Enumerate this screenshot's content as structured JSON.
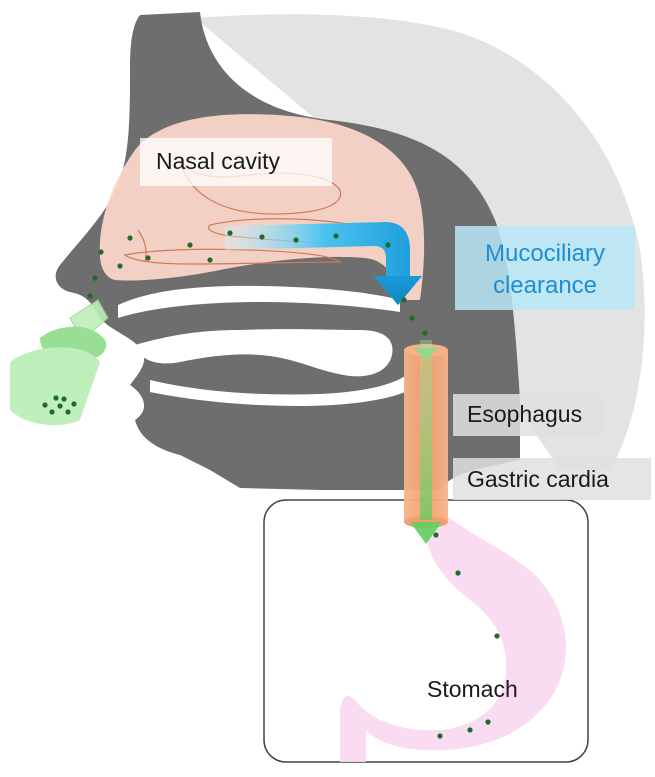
{
  "labels": {
    "nasal_cavity": "Nasal cavity",
    "mucociliary_line1": "Mucociliary",
    "mucociliary_line2": "clearance",
    "esophagus": "Esophagus",
    "gastric_cardia": "Gastric cardia",
    "stomach": "Stomach"
  },
  "colors": {
    "head_dark": "#6e6e6e",
    "head_light": "#e2e2e2",
    "nasal_fill": "#f9d6c8",
    "arrow_blue": "#1da1e0",
    "mucociliary_text": "#1a8fd6",
    "esophagus": "#f0a070",
    "stomach": "#f8d8f0",
    "particles": "#1e6b2a",
    "spray_device": "#a8e6a0"
  }
}
